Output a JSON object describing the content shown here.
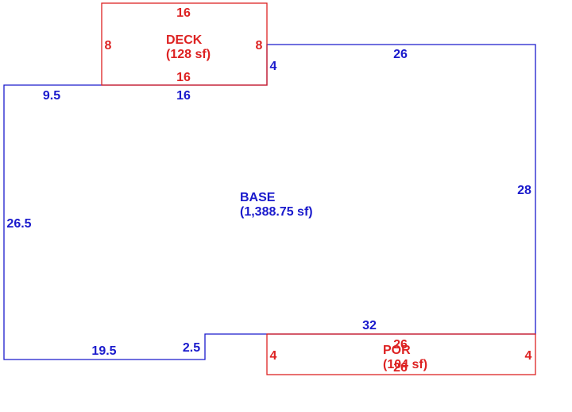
{
  "colors": {
    "base": "#1a1acc",
    "addition": "#dd2222",
    "background": "#ffffff"
  },
  "areas": {
    "deck": {
      "name": "DECK",
      "area": "(128 sf)"
    },
    "base": {
      "name": "BASE",
      "area": "(1,388.75 sf)"
    },
    "por": {
      "name": "POR",
      "area": "(104 sf)"
    }
  },
  "dimensions": {
    "deck_top": "16",
    "deck_left": "8",
    "deck_right": "8",
    "deck_bottom": "16",
    "base_upper_right_step": "4",
    "base_top_right": "26",
    "base_top_left": "9.5",
    "base_top_middle": "16",
    "base_right": "28",
    "base_left": "26.5",
    "base_bottom_right": "32",
    "base_bottom_left": "19.5",
    "base_bottom_step": "2.5",
    "por_top": "26",
    "por_left": "4",
    "por_right": "4",
    "por_bottom": "26"
  }
}
